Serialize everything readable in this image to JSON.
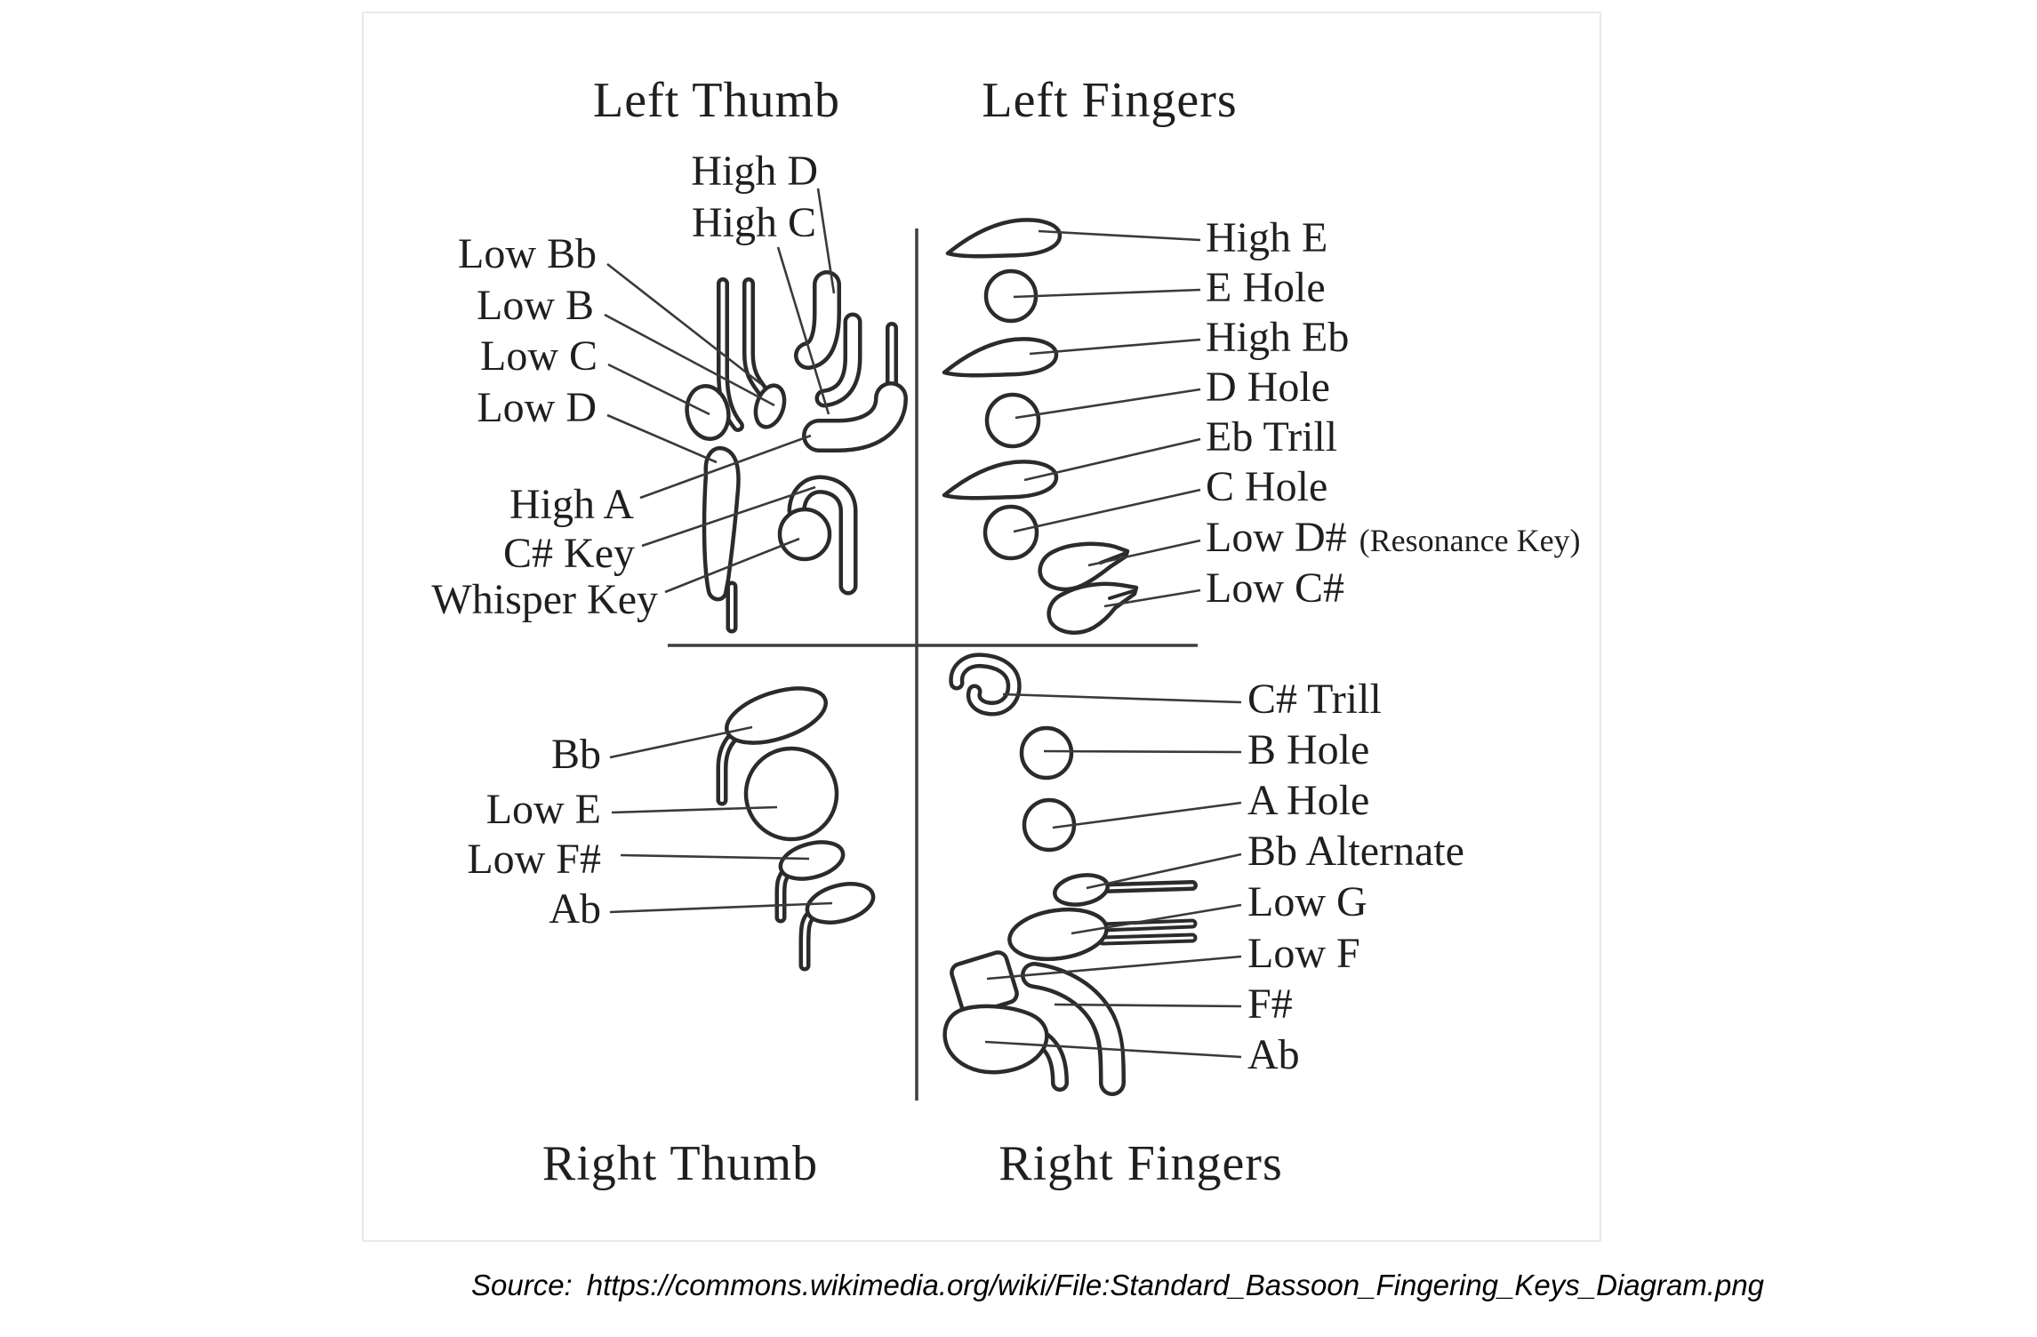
{
  "diagram": {
    "quadrants": {
      "left_thumb": {
        "title": "Left Thumb",
        "labels": [
          "High D",
          "High C",
          "Low Bb",
          "Low B",
          "Low C",
          "Low D",
          "High A",
          "C# Key",
          "Whisper Key"
        ]
      },
      "left_fingers": {
        "title": "Left Fingers",
        "labels": [
          "High E",
          "E Hole",
          "High Eb",
          "D Hole",
          "Eb Trill",
          "C Hole",
          "Low D#",
          "Low C#"
        ],
        "resonance_suffix": "(Resonance Key)"
      },
      "right_thumb": {
        "title": "Right Thumb",
        "labels": [
          "Bb",
          "Low E",
          "Low F#",
          "Ab"
        ]
      },
      "right_fingers": {
        "title": "Right Fingers",
        "labels": [
          "C# Trill",
          "B Hole",
          "A Hole",
          "Bb Alternate",
          "Low G",
          "Low F",
          "F#",
          "Ab"
        ]
      }
    }
  },
  "source": {
    "label": "Source:",
    "url": "https://commons.wikimedia.org/wiki/File:Standard_Bassoon_Fingering_Keys_Diagram.png"
  },
  "colors": {
    "ink": "#2b2b2b",
    "leader": "#3a3a3a",
    "text": "#1f1f1f",
    "background": "#ffffff",
    "image_edge": "#e9e9e9"
  }
}
